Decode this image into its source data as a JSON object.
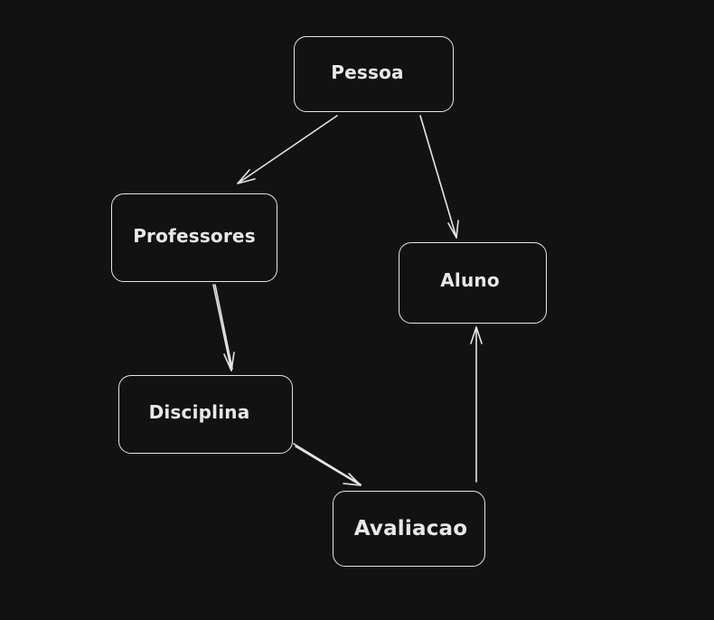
{
  "diagram": {
    "background": "#121212",
    "stroke_color": "#e6e6e6",
    "text_color": "#e8e8e8",
    "nodes": {
      "pessoa": "Pessoa",
      "professores": "Professores",
      "aluno": "Aluno",
      "disciplina": "Disciplina",
      "avaliacao": "Avaliacao"
    },
    "edges": [
      {
        "from": "Pessoa",
        "to": "Professores"
      },
      {
        "from": "Pessoa",
        "to": "Aluno"
      },
      {
        "from": "Professores",
        "to": "Disciplina"
      },
      {
        "from": "Disciplina",
        "to": "Avaliacao"
      },
      {
        "from": "Avaliacao",
        "to": "Aluno"
      }
    ]
  }
}
